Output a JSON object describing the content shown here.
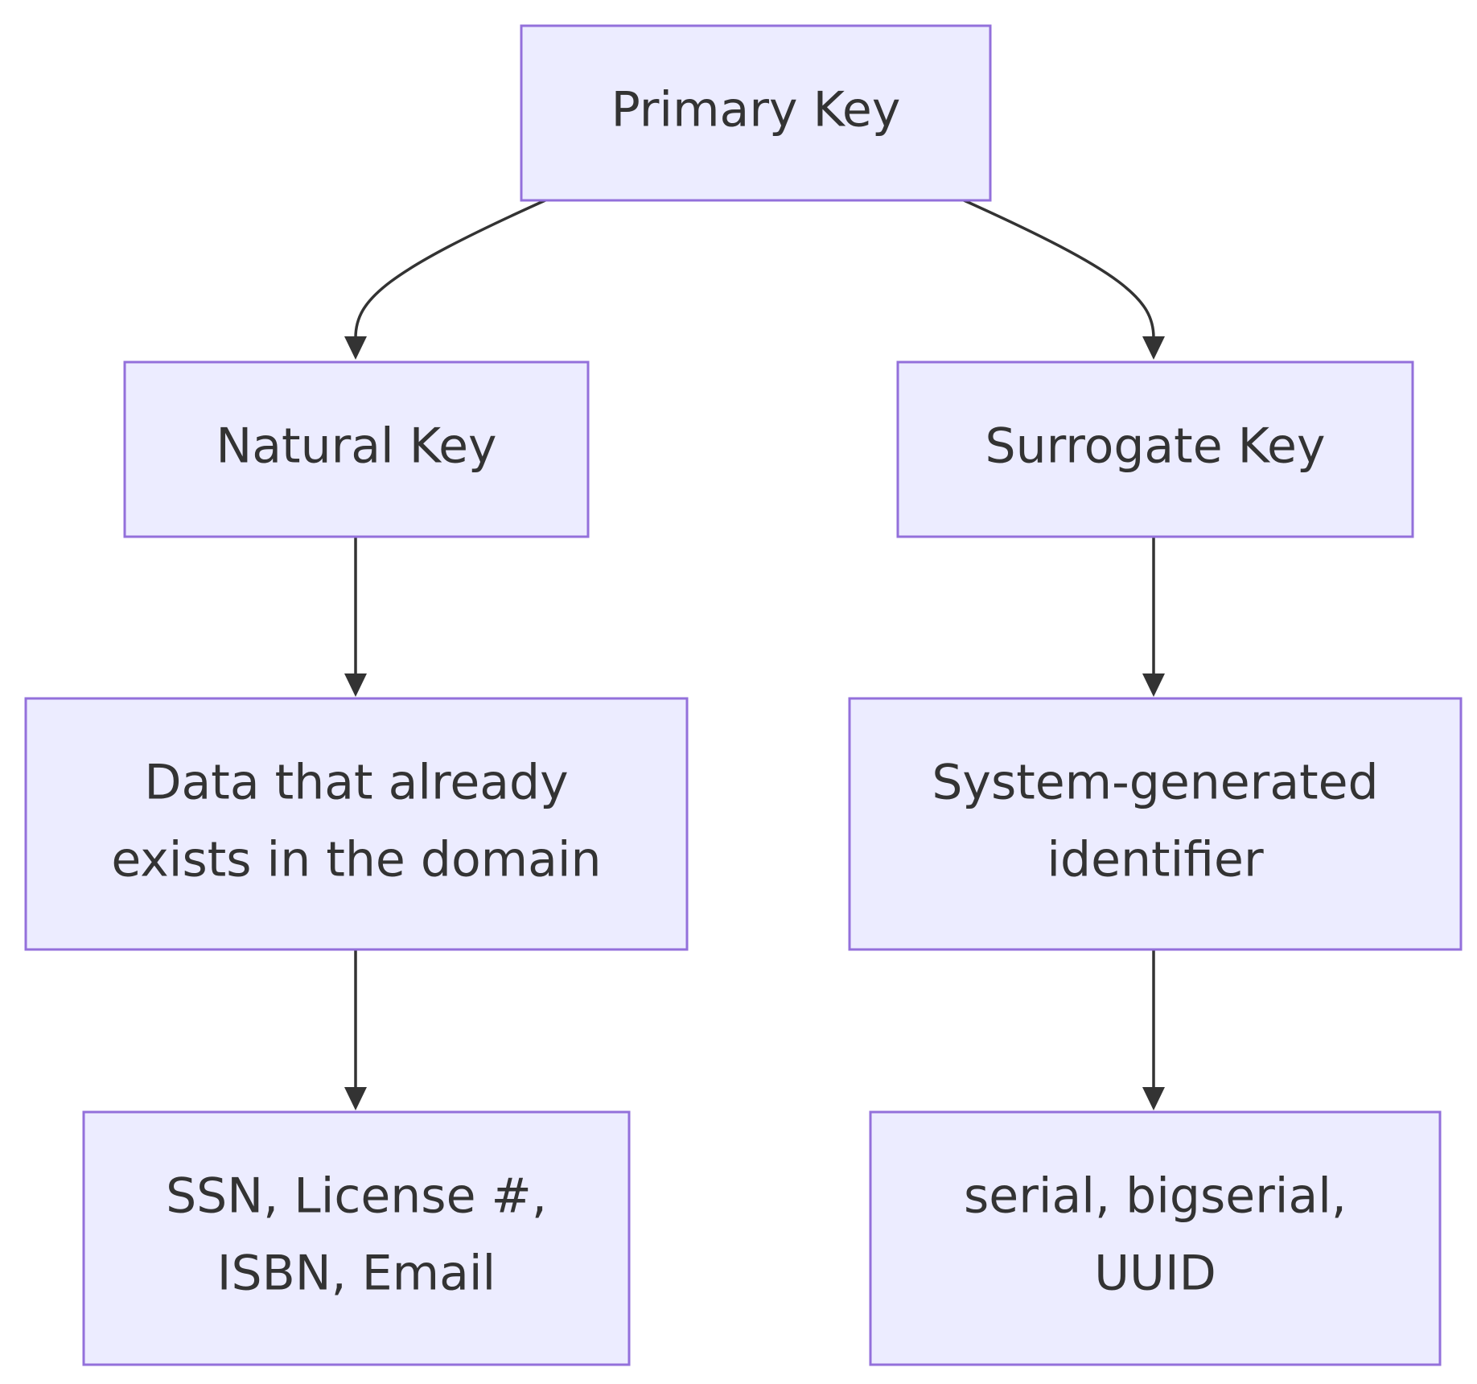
{
  "diagram": {
    "type": "flowchart",
    "direction": "top-down",
    "colors": {
      "node_fill": "#ececff",
      "node_border": "#9370db",
      "text": "#333333",
      "edge": "#333333",
      "background": "#ffffff"
    },
    "nodes": {
      "primary_key": {
        "lines": [
          "Primary Key"
        ]
      },
      "natural_key": {
        "lines": [
          "Natural Key"
        ]
      },
      "surrogate_key": {
        "lines": [
          "Surrogate Key"
        ]
      },
      "natural_desc": {
        "lines": [
          "Data that already",
          "exists in the domain"
        ]
      },
      "surrogate_desc": {
        "lines": [
          "System-generated",
          "identifier"
        ]
      },
      "natural_examples": {
        "lines": [
          "SSN, License #,",
          "ISBN, Email"
        ]
      },
      "surrogate_examples": {
        "lines": [
          "serial, bigserial,",
          "UUID"
        ]
      }
    },
    "edges": [
      {
        "from": "primary_key",
        "to": "natural_key"
      },
      {
        "from": "primary_key",
        "to": "surrogate_key"
      },
      {
        "from": "natural_key",
        "to": "natural_desc"
      },
      {
        "from": "surrogate_key",
        "to": "surrogate_desc"
      },
      {
        "from": "natural_desc",
        "to": "natural_examples"
      },
      {
        "from": "surrogate_desc",
        "to": "surrogate_examples"
      }
    ]
  }
}
